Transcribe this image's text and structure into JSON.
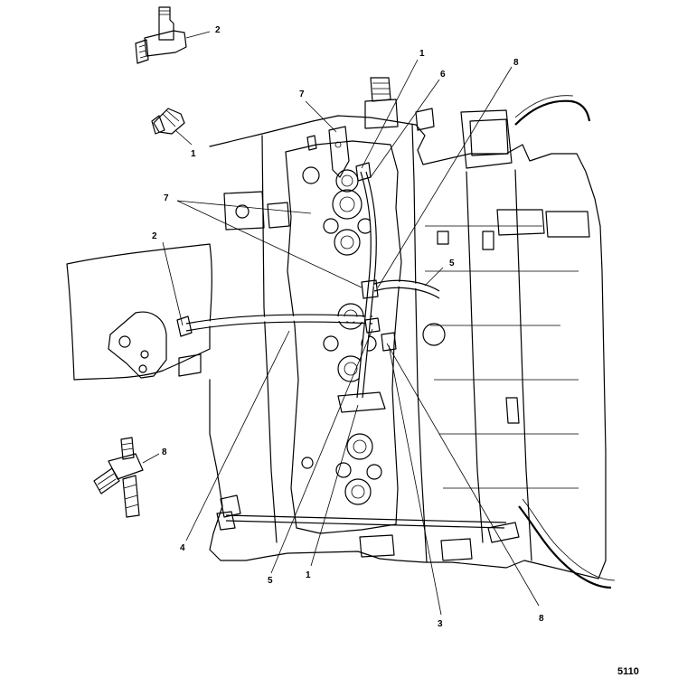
{
  "callouts": {
    "c2_top": "2",
    "c1_top": "1",
    "c7_top": "7",
    "c1_mid": "1",
    "c6_top": "6",
    "c8_top": "8",
    "c7_left": "7",
    "c2_left": "2",
    "c5_right": "5",
    "c8_left": "8",
    "c4_bottom": "4",
    "c5_bottom": "5",
    "c1_bottom": "1",
    "c3_bottom": "3",
    "c8_bottom": "8"
  },
  "figure_number": "5110"
}
